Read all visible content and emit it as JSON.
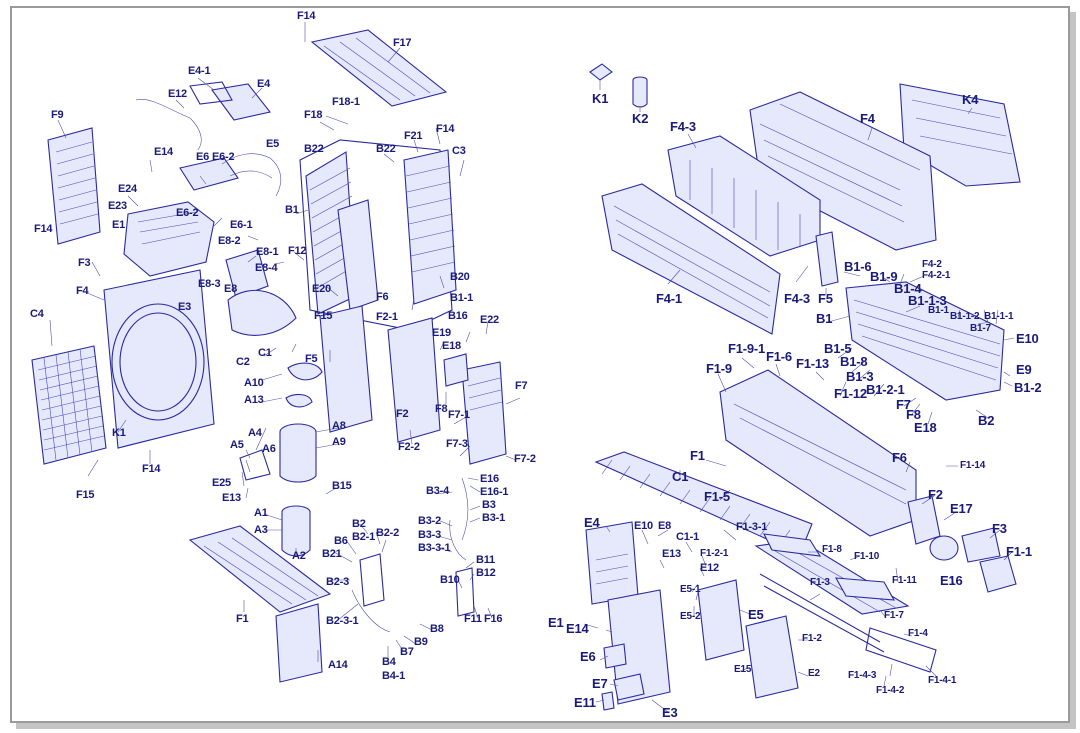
{
  "colors": {
    "ink": "#1a1a7a",
    "line": "#2a2aa0",
    "fill": "#e6e8fb",
    "frame": "#9a9a9a"
  },
  "outdoor_unit": {
    "labels": [
      "F14",
      "F17",
      "E4-1",
      "E4",
      "E12",
      "F9",
      "F18-1",
      "F18",
      "F14",
      "E6",
      "E6-2",
      "E5",
      "B22",
      "B22",
      "F21",
      "C3",
      "E14",
      "E24",
      "E23",
      "E6-2",
      "E1",
      "E6-1",
      "E8-2",
      "E8-1",
      "E8-4",
      "F14",
      "F3",
      "B1",
      "F12",
      "E8-3",
      "E3",
      "E8",
      "E20",
      "B20",
      "F6",
      "B1-1",
      "F4",
      "C4",
      "F15",
      "F2-1",
      "E19",
      "B16",
      "E22",
      "E18",
      "C2",
      "C1",
      "F5",
      "F7",
      "A10",
      "F8",
      "A13",
      "F7-1",
      "A8",
      "K1",
      "A9",
      "F2",
      "F7-3",
      "F2-2",
      "F7-2",
      "A5",
      "A4",
      "A6",
      "F14",
      "E25",
      "F15",
      "E13",
      "B15",
      "E16",
      "E16-1",
      "B3-4",
      "B3",
      "A1",
      "B3-1",
      "A3",
      "B2",
      "B2-1",
      "B2-2",
      "B3-2",
      "B3-3",
      "B3-3-1",
      "B6",
      "B21",
      "A2",
      "B11",
      "B12",
      "B2-3",
      "B10",
      "F1",
      "B2-3-1",
      "F11",
      "F16",
      "B8",
      "B9",
      "B7",
      "B4",
      "B4-1",
      "A14"
    ]
  },
  "indoor_unit": {
    "labels": [
      "K1",
      "K2",
      "F4-3",
      "F4",
      "K4",
      "F4-1",
      "F4-3",
      "F5",
      "B1-6",
      "B1-9",
      "F4-2",
      "F4-2-1",
      "B1-4",
      "B1-1-3",
      "B1",
      "B1-1",
      "B1-1-2",
      "B1-1-1",
      "B1-7",
      "E10",
      "B1-5",
      "B1-8",
      "B1-3",
      "E9",
      "B1-2",
      "F1-9-1",
      "F1-6",
      "F1-9",
      "F1-13",
      "F1-12",
      "B1-2-1",
      "F7",
      "F8",
      "E18",
      "B2",
      "F1",
      "F6",
      "F1-14",
      "C1",
      "F1-5",
      "F2",
      "E17",
      "E4",
      "E10",
      "E8",
      "C1-1",
      "F1-3-1",
      "F3",
      "F1-8",
      "F1-2-1",
      "E13",
      "E12",
      "F1-10",
      "F1-11",
      "E16",
      "F1-1",
      "E5-1",
      "E5-2",
      "E1",
      "E14",
      "E5",
      "F1-3",
      "F1-7",
      "E6",
      "F1-2",
      "F1-4",
      "E15",
      "E2",
      "E7",
      "F1-4-3",
      "F1-4-2",
      "F1-4-1",
      "E11",
      "E3"
    ]
  }
}
